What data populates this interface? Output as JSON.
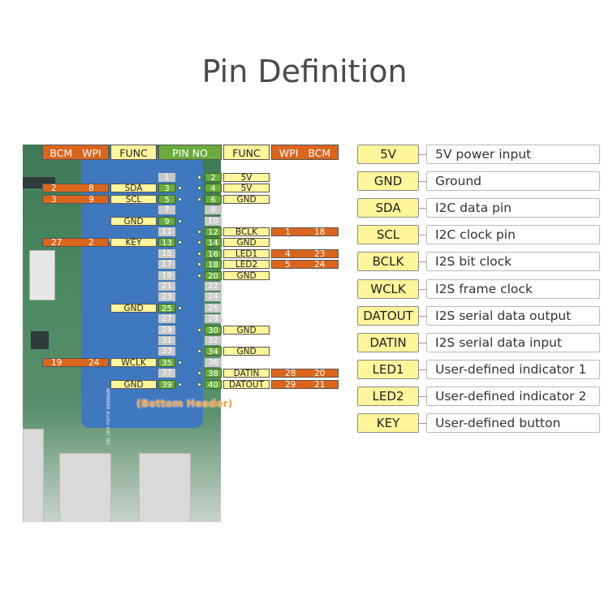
{
  "title": "Pin Definition",
  "colors": {
    "orange": "#dc651d",
    "yellow": "#fff59a",
    "green": "#6aab3d",
    "grey": "#c9c9c9",
    "board_blue": "#3f78bf"
  },
  "board": {
    "label": "WM8960 Audio HAT (B)",
    "bottom_header_note": "(Bottom Header)"
  },
  "header": {
    "bcm_left": "BCM",
    "wpi_left": "WPI",
    "func_left": "FUNC",
    "pin_no": "PIN NO",
    "func_right": "FUNC",
    "wpi_right": "WPI",
    "bcm_right": "BCM"
  },
  "pins": [
    {
      "odd": "1",
      "even": "2",
      "l_func": "",
      "l_wpi": "",
      "l_bcm": "",
      "r_func": "5V",
      "r_wpi": "",
      "r_bcm": "",
      "odd_used": false,
      "even_used": true
    },
    {
      "odd": "3",
      "even": "4",
      "l_func": "SDA",
      "l_wpi": "8",
      "l_bcm": "2",
      "r_func": "5V",
      "r_wpi": "",
      "r_bcm": "",
      "odd_used": true,
      "even_used": true
    },
    {
      "odd": "5",
      "even": "6",
      "l_func": "SCL",
      "l_wpi": "9",
      "l_bcm": "3",
      "r_func": "GND",
      "r_wpi": "",
      "r_bcm": "",
      "odd_used": true,
      "even_used": true
    },
    {
      "odd": "7",
      "even": "8",
      "l_func": "",
      "l_wpi": "",
      "l_bcm": "",
      "r_func": "",
      "r_wpi": "",
      "r_bcm": "",
      "odd_used": false,
      "even_used": false
    },
    {
      "odd": "9",
      "even": "10",
      "l_func": "GND",
      "l_wpi": "",
      "l_bcm": "",
      "r_func": "",
      "r_wpi": "",
      "r_bcm": "",
      "odd_used": true,
      "even_used": false
    },
    {
      "odd": "11",
      "even": "12",
      "l_func": "",
      "l_wpi": "",
      "l_bcm": "",
      "r_func": "BCLK",
      "r_wpi": "1",
      "r_bcm": "18",
      "odd_used": false,
      "even_used": true
    },
    {
      "odd": "13",
      "even": "14",
      "l_func": "KEY",
      "l_wpi": "2",
      "l_bcm": "27",
      "r_func": "GND",
      "r_wpi": "",
      "r_bcm": "",
      "odd_used": true,
      "even_used": true
    },
    {
      "odd": "15",
      "even": "16",
      "l_func": "",
      "l_wpi": "",
      "l_bcm": "",
      "r_func": "LED1",
      "r_wpi": "4",
      "r_bcm": "23",
      "odd_used": false,
      "even_used": true
    },
    {
      "odd": "17",
      "even": "18",
      "l_func": "",
      "l_wpi": "",
      "l_bcm": "",
      "r_func": "LED2",
      "r_wpi": "5",
      "r_bcm": "24",
      "odd_used": false,
      "even_used": true
    },
    {
      "odd": "19",
      "even": "20",
      "l_func": "",
      "l_wpi": "",
      "l_bcm": "",
      "r_func": "GND",
      "r_wpi": "",
      "r_bcm": "",
      "odd_used": false,
      "even_used": true
    },
    {
      "odd": "21",
      "even": "22",
      "l_func": "",
      "l_wpi": "",
      "l_bcm": "",
      "r_func": "",
      "r_wpi": "",
      "r_bcm": "",
      "odd_used": false,
      "even_used": false
    },
    {
      "odd": "23",
      "even": "24",
      "l_func": "",
      "l_wpi": "",
      "l_bcm": "",
      "r_func": "",
      "r_wpi": "",
      "r_bcm": "",
      "odd_used": false,
      "even_used": false
    },
    {
      "odd": "25",
      "even": "26",
      "l_func": "GND",
      "l_wpi": "",
      "l_bcm": "",
      "r_func": "",
      "r_wpi": "",
      "r_bcm": "",
      "odd_used": true,
      "even_used": false
    },
    {
      "odd": "27",
      "even": "28",
      "l_func": "",
      "l_wpi": "",
      "l_bcm": "",
      "r_func": "",
      "r_wpi": "",
      "r_bcm": "",
      "odd_used": false,
      "even_used": false
    },
    {
      "odd": "29",
      "even": "30",
      "l_func": "",
      "l_wpi": "",
      "l_bcm": "",
      "r_func": "GND",
      "r_wpi": "",
      "r_bcm": "",
      "odd_used": false,
      "even_used": true
    },
    {
      "odd": "31",
      "even": "32",
      "l_func": "",
      "l_wpi": "",
      "l_bcm": "",
      "r_func": "",
      "r_wpi": "",
      "r_bcm": "",
      "odd_used": false,
      "even_used": false
    },
    {
      "odd": "33",
      "even": "34",
      "l_func": "",
      "l_wpi": "",
      "l_bcm": "",
      "r_func": "GND",
      "r_wpi": "",
      "r_bcm": "",
      "odd_used": false,
      "even_used": true
    },
    {
      "odd": "35",
      "even": "36",
      "l_func": "WCLK",
      "l_wpi": "24",
      "l_bcm": "19",
      "r_func": "",
      "r_wpi": "",
      "r_bcm": "",
      "odd_used": true,
      "even_used": false
    },
    {
      "odd": "37",
      "even": "38",
      "l_func": "",
      "l_wpi": "",
      "l_bcm": "",
      "r_func": "DATIN",
      "r_wpi": "28",
      "r_bcm": "20",
      "odd_used": false,
      "even_used": true
    },
    {
      "odd": "39",
      "even": "40",
      "l_func": "GND",
      "l_wpi": "",
      "l_bcm": "",
      "r_func": "DATOUT",
      "r_wpi": "29",
      "r_bcm": "21",
      "odd_used": true,
      "even_used": true
    }
  ],
  "legend": [
    {
      "key": "5V",
      "desc": "5V power input"
    },
    {
      "key": "GND",
      "desc": "Ground"
    },
    {
      "key": "SDA",
      "desc": "I2C data pin"
    },
    {
      "key": "SCL",
      "desc": "I2C clock pin"
    },
    {
      "key": "BCLK",
      "desc": "I2S bit clock"
    },
    {
      "key": "WCLK",
      "desc": "I2S frame clock"
    },
    {
      "key": "DATOUT",
      "desc": "I2S serial data output"
    },
    {
      "key": "DATIN",
      "desc": "I2S serial data input"
    },
    {
      "key": "LED1",
      "desc": "User-defined indicator 1"
    },
    {
      "key": "LED2",
      "desc": "User-defined indicator 2"
    },
    {
      "key": "KEY",
      "desc": "User-defined button"
    }
  ]
}
